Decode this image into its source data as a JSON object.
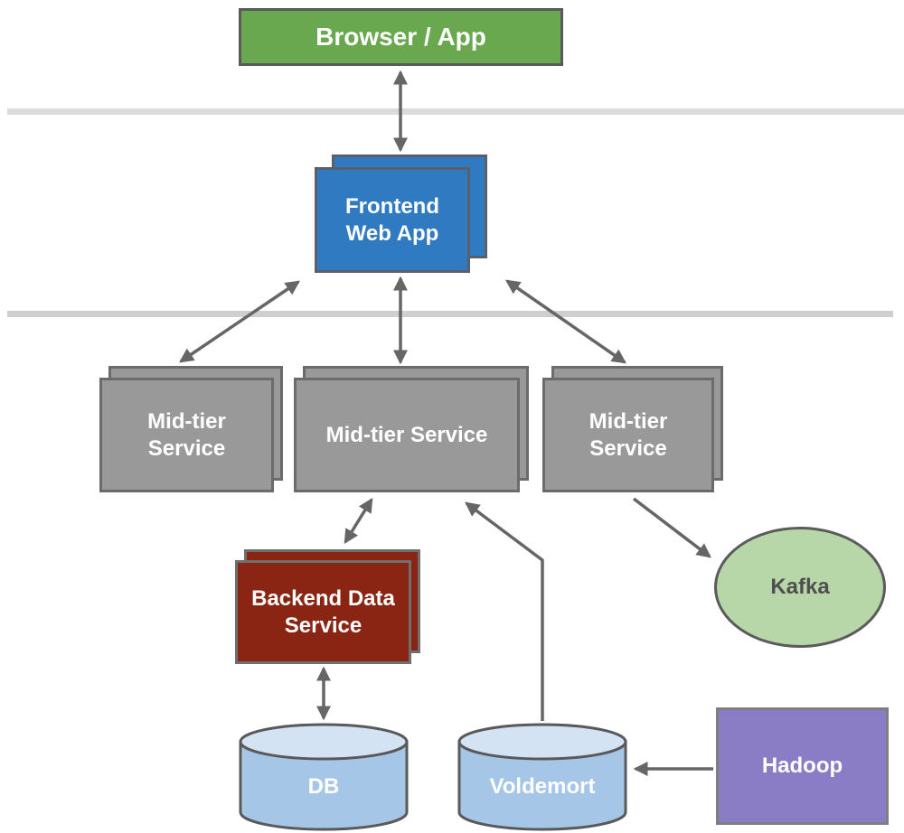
{
  "diagram": {
    "nodes": {
      "browser": {
        "label": "Browser / App",
        "fill": "#69a84f",
        "shape": "rect"
      },
      "frontend": {
        "label": "Frontend\nWeb App",
        "fill": "#2f7ac1",
        "shape": "stacked-rect"
      },
      "mid_left": {
        "label": "Mid-tier\nService",
        "fill": "#999999",
        "shape": "stacked-rect"
      },
      "mid_center": {
        "label": "Mid-tier Service",
        "fill": "#999999",
        "shape": "stacked-rect"
      },
      "mid_right": {
        "label": "Mid-tier\nService",
        "fill": "#999999",
        "shape": "stacked-rect"
      },
      "backend": {
        "label": "Backend Data\nService",
        "fill": "#8a2413",
        "shape": "stacked-rect"
      },
      "kafka": {
        "label": "Kafka",
        "fill": "#b7d7a9",
        "shape": "ellipse"
      },
      "db": {
        "label": "DB",
        "fill": "#a6c6e7",
        "shape": "cylinder"
      },
      "voldemort": {
        "label": "Voldemort",
        "fill": "#a6c6e7",
        "shape": "cylinder"
      },
      "hadoop": {
        "label": "Hadoop",
        "fill": "#8b7cc6",
        "shape": "rect"
      }
    },
    "edges": [
      {
        "from": "browser",
        "to": "frontend",
        "direction": "both"
      },
      {
        "from": "frontend",
        "to": "mid_left",
        "direction": "both"
      },
      {
        "from": "frontend",
        "to": "mid_center",
        "direction": "both"
      },
      {
        "from": "frontend",
        "to": "mid_right",
        "direction": "both"
      },
      {
        "from": "mid_center",
        "to": "backend",
        "direction": "both"
      },
      {
        "from": "backend",
        "to": "db",
        "direction": "both"
      },
      {
        "from": "voldemort",
        "to": "mid_center",
        "direction": "one-way"
      },
      {
        "from": "mid_right",
        "to": "kafka",
        "direction": "one-way"
      },
      {
        "from": "hadoop",
        "to": "voldemort",
        "direction": "one-way"
      }
    ],
    "colors": {
      "arrow": "#666666",
      "separator_line": "#d6d6d6",
      "cylinder_top": "#d4e3f4",
      "kafka_text": "#4f4f4f",
      "node_text": "#ffffff",
      "border_dark": "#5b5b5b"
    }
  }
}
